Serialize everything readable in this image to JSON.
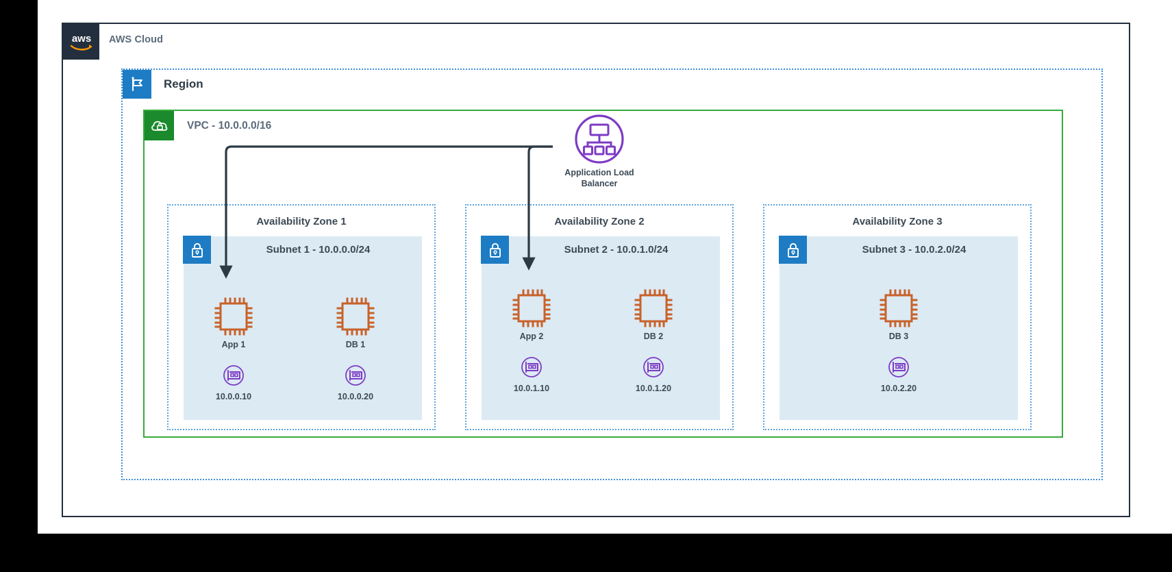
{
  "diagram": {
    "type": "aws-architecture",
    "cloud": {
      "label": "AWS Cloud",
      "logo_icon": "aws-logo-icon"
    },
    "region": {
      "label": "Region",
      "icon": "region-flag-icon"
    },
    "vpc": {
      "label": "VPC - 10.0.0.0/16",
      "cidr": "10.0.0.0/16",
      "icon": "vpc-cloud-lock-icon"
    },
    "load_balancer": {
      "label_line1": "Application Load",
      "label_line2": "Balancer",
      "icon": "application-load-balancer-icon",
      "color": "#7d3bc4"
    },
    "availability_zones": [
      {
        "title": "Availability Zone 1",
        "subnet": {
          "label": "Subnet 1 - 10.0.0.0/24",
          "cidr": "10.0.0.0/24",
          "icon": "subnet-lock-icon"
        },
        "instances": [
          {
            "label": "App 1",
            "icon": "ec2-instance-icon"
          },
          {
            "label": "DB 1",
            "icon": "ec2-instance-icon"
          }
        ],
        "network_interfaces": [
          {
            "label": "10.0.0.10",
            "icon": "elastic-network-interface-icon"
          },
          {
            "label": "10.0.0.20",
            "icon": "elastic-network-interface-icon"
          }
        ]
      },
      {
        "title": "Availability Zone 2",
        "subnet": {
          "label": "Subnet 2 - 10.0.1.0/24",
          "cidr": "10.0.1.0/24",
          "icon": "subnet-lock-icon"
        },
        "instances": [
          {
            "label": "App 2",
            "icon": "ec2-instance-icon"
          },
          {
            "label": "DB 2",
            "icon": "ec2-instance-icon"
          }
        ],
        "network_interfaces": [
          {
            "label": "10.0.1.10",
            "icon": "elastic-network-interface-icon"
          },
          {
            "label": "10.0.1.20",
            "icon": "elastic-network-interface-icon"
          }
        ]
      },
      {
        "title": "Availability Zone 3",
        "subnet": {
          "label": "Subnet 3 - 10.0.2.0/24",
          "cidr": "10.0.2.0/24",
          "icon": "subnet-lock-icon"
        },
        "instances": [
          {
            "label": "DB 3",
            "icon": "ec2-instance-icon"
          }
        ],
        "network_interfaces": [
          {
            "label": "10.0.2.20",
            "icon": "elastic-network-interface-icon"
          }
        ]
      }
    ],
    "connections": [
      {
        "from": "Application Load Balancer",
        "to": "App 1"
      },
      {
        "from": "Application Load Balancer",
        "to": "App 2"
      }
    ],
    "colors": {
      "aws_navy": "#232f3e",
      "region_blue": "#1d7cc4",
      "vpc_green": "#37a93c",
      "subnet_fill": "#dceaf4",
      "ec2_orange": "#c8622a",
      "purple": "#7d3bc4",
      "connector": "#2d3a44"
    }
  }
}
